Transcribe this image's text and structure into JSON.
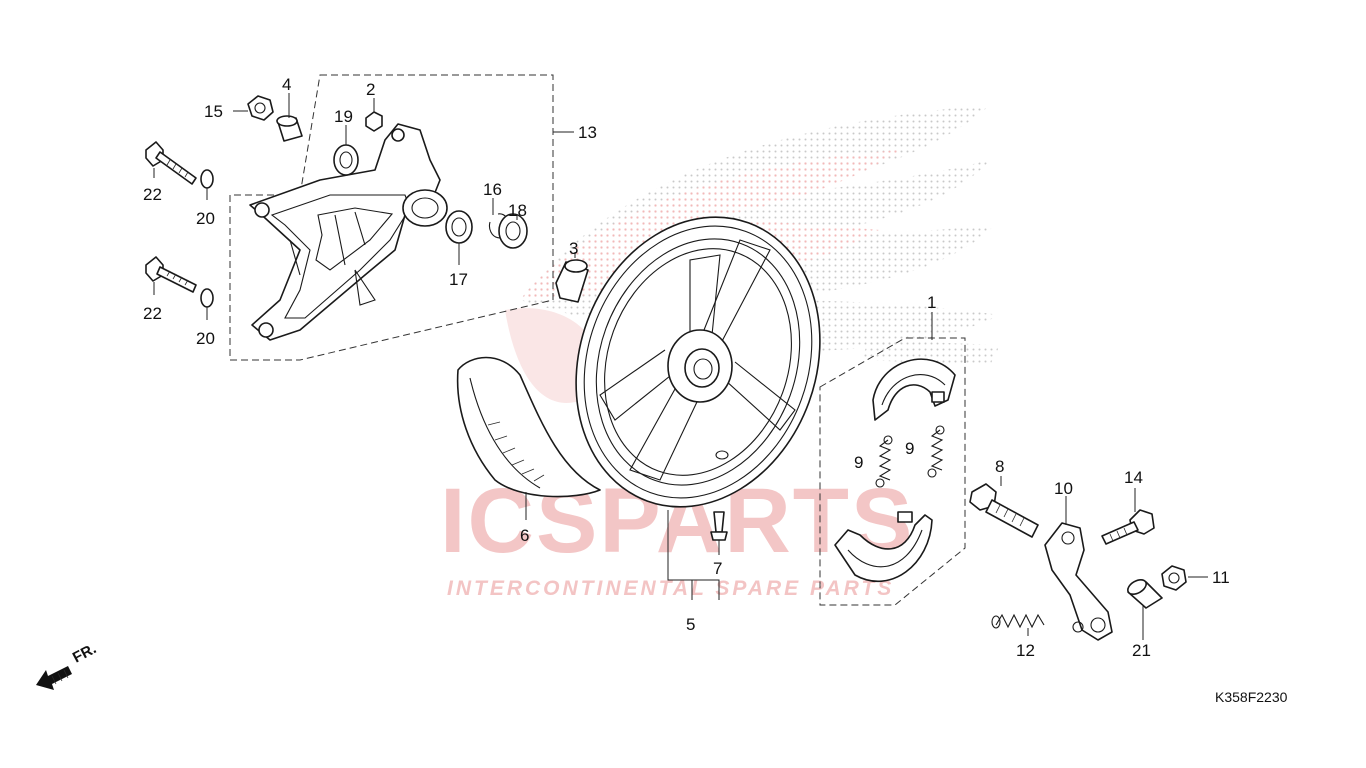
{
  "diagram_code": "K358F2230",
  "direction_label": "FR.",
  "watermark": {
    "brand": "ICSPARTS",
    "tagline": "INTERCONTINENTAL SPARE PARTS",
    "color": "#f0b4b4"
  },
  "callouts": {
    "c1": "1",
    "c2": "2",
    "c3": "3",
    "c4": "4",
    "c5": "5",
    "c6": "6",
    "c7": "7",
    "c8": "8",
    "c9a": "9",
    "c9b": "9",
    "c10": "10",
    "c11": "11",
    "c12": "12",
    "c13": "13",
    "c14": "14",
    "c15": "15",
    "c16": "16",
    "c17": "17",
    "c18": "18",
    "c19": "19",
    "c20a": "20",
    "c20b": "20",
    "c21": "21",
    "c22a": "22",
    "c22b": "22"
  }
}
